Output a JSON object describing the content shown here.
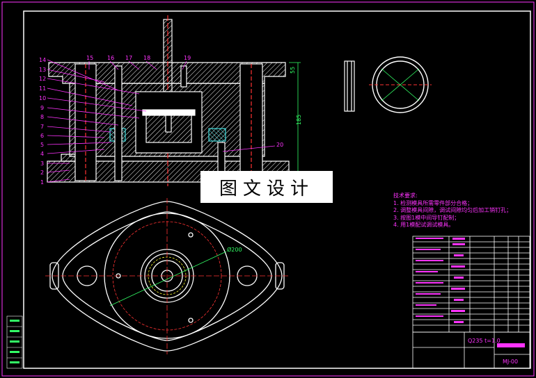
{
  "watermark": "图文设计",
  "technical_notes": {
    "heading": "技术要求:",
    "items": [
      "1. 检测模具所需零件部分合格；",
      "2. 调整模具间隙，调试间隙均匀后加工销钉孔；",
      "3. 按图1模中间导钉配制；",
      "4. 用1模配试调试模具。"
    ]
  },
  "callouts": {
    "left": [
      "14",
      "13",
      "12",
      "11",
      "10",
      "9",
      "8",
      "7",
      "6",
      "5",
      "4",
      "3",
      "2",
      "1"
    ],
    "top": [
      "15",
      "16",
      "17",
      "18",
      "19"
    ],
    "right": [
      "20"
    ]
  },
  "dimensions": {
    "height": "185",
    "top_offset": "55",
    "diameter": "Ø200"
  },
  "title_block": {
    "material": "Q235 t=1.0",
    "drawing_no": "MJ-00"
  },
  "colors": {
    "outline": "#ffffff",
    "callout": "#ff33ff",
    "hatch": "#ffffff",
    "centerline": "#ff3333",
    "leader": "#33ff66",
    "highlight": "#ffff33",
    "dimension": "#33ff66"
  }
}
